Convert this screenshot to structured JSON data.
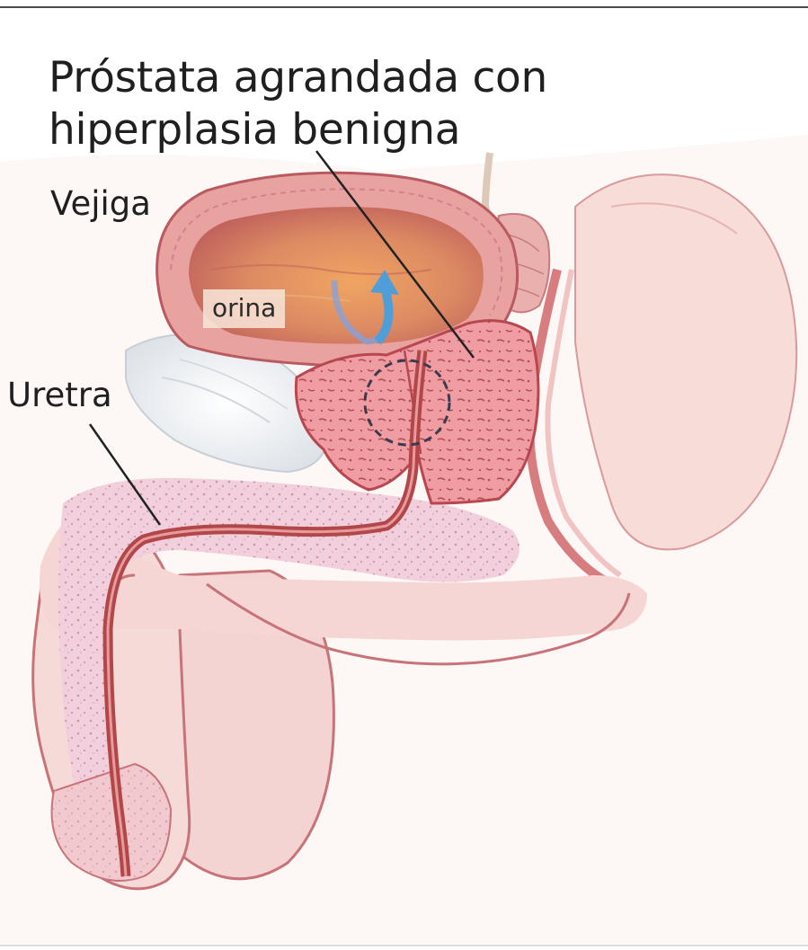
{
  "title": {
    "line1": "Próstata agrandada con",
    "line2": "hiperplasia benigna"
  },
  "labels": {
    "bladder": "Vejiga",
    "urethra": "Uretra",
    "urine": "orina"
  },
  "colors": {
    "tissue": "#f3d2cf",
    "tissue_outline": "#b85b5e",
    "bladder_wall": "#e9a9a5",
    "bladder_interior": "#d97b5f",
    "prostate": "#ee9ba0",
    "urethra_channel": "#b2474a",
    "pubic_bone": "#e7eaee",
    "urine_flow_arrow": "#4f9ed8",
    "leader_line": "#222222"
  },
  "icons": {
    "flow_arrow": "curved-up-arrow-icon",
    "obstruction_marker": "dashed-circle-icon"
  }
}
